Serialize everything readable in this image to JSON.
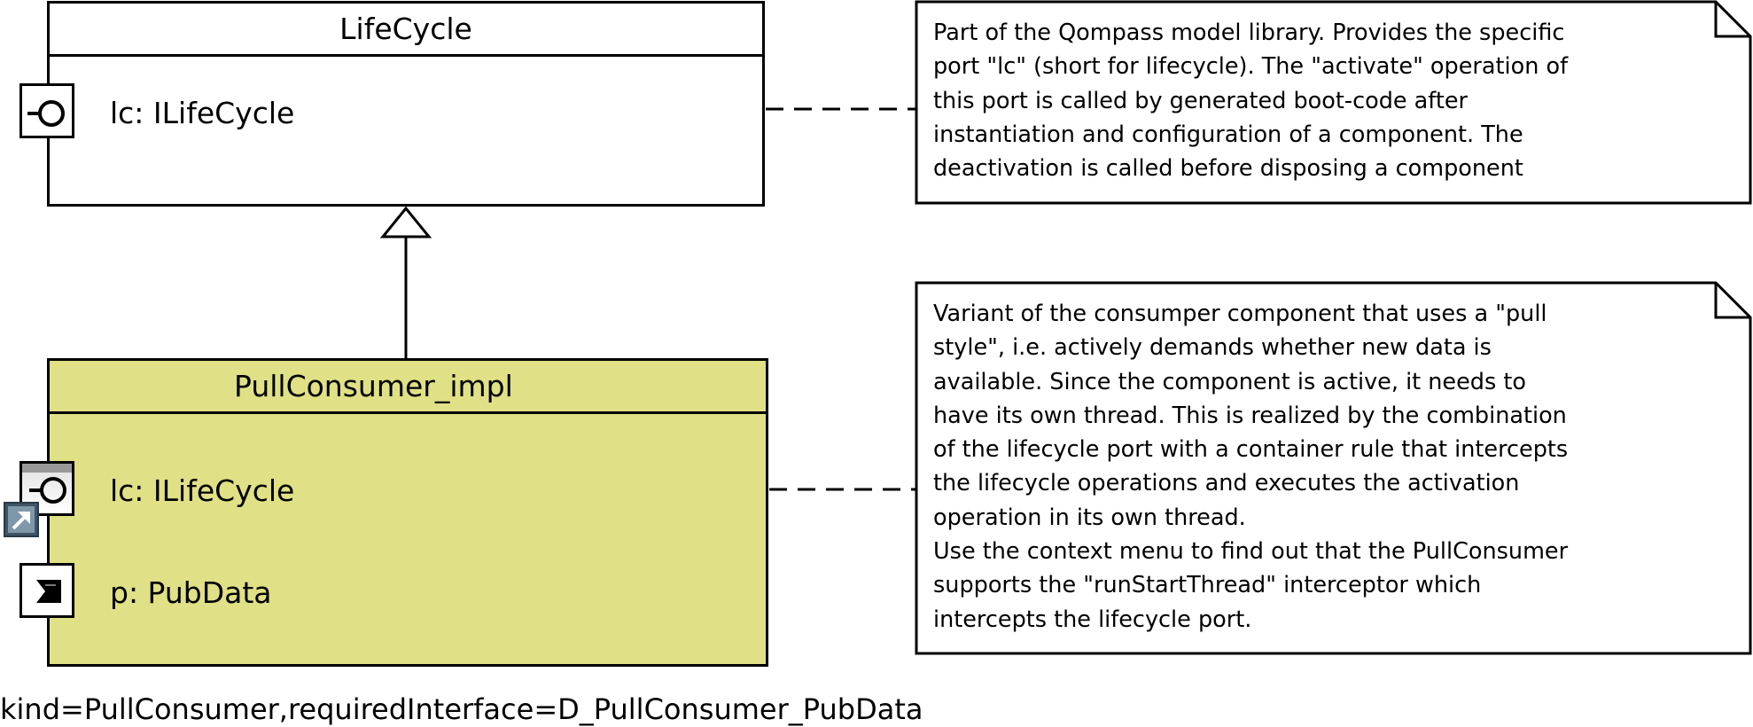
{
  "classes": {
    "lifecycle": {
      "title": "LifeCycle",
      "port_label": "lc: ILifeCycle"
    },
    "pullconsumer": {
      "title": "PullConsumer_impl",
      "ports": [
        {
          "label": "lc: ILifeCycle"
        },
        {
          "label": "p: PubData"
        }
      ]
    }
  },
  "notes": {
    "lifecycle_note": "Part of the Qompass model library. Provides the specific\nport \"lc\" (short for lifecycle). The \"activate\" operation of\nthis port is called by generated boot-code after\ninstantiation and configuration of a component. The\ndeactivation is called before disposing a component",
    "pullconsumer_note": "Variant of the consumper component that uses a \"pull\nstyle\", i.e. actively demands whether new data is\navailable. Since the component is active, it needs to\nhave its own thread. This is realized by the combination\nof the lifecycle port with a container rule that intercepts\nthe lifecycle operations and executes the activation\noperation in its own thread.\nUse the context menu to find out that the PullConsumer\nsupports the \"runStartThread\" interceptor which\nintercepts the lifecycle port."
  },
  "constraint": "kind=PullConsumer,requiredInterface=D_PullConsumer_PubData",
  "colors": {
    "pullconsumer_fill": "#e0e086",
    "line": "#000000"
  },
  "icons": {
    "provided_port": "lollipop-icon",
    "required_port": "arrow-port-icon",
    "shortcut": "shortcut-arrow-icon"
  }
}
